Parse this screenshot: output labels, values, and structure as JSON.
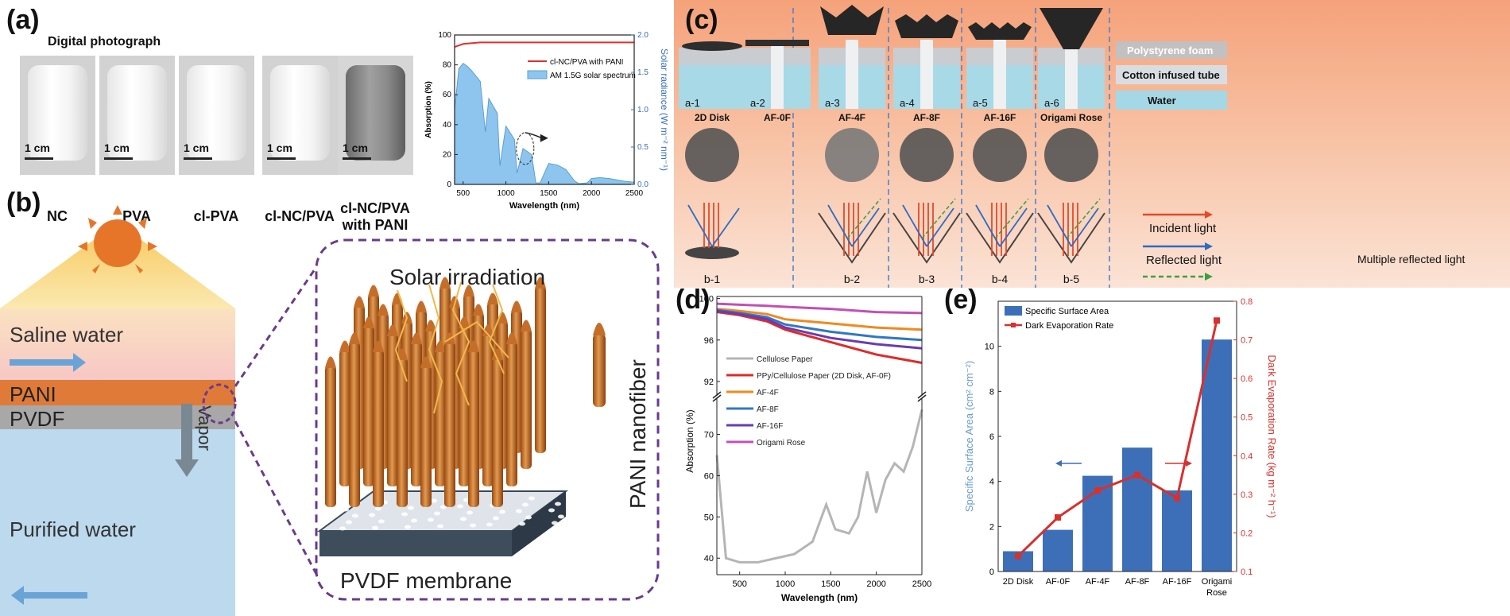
{
  "panel_a": {
    "label": "(a)",
    "photo_title": "Digital photograph",
    "scale_bar": "1 cm",
    "samples": [
      "NC",
      "PVA",
      "cl-PVA",
      "cl-NC/PVA",
      "cl-NC/PVA with PANI"
    ],
    "chart": {
      "ylabel_left": "Absorption (%)",
      "ylabel_right": "Solar radiance (W m⁻² nm⁻¹)",
      "xlabel": "Wavelength (nm)",
      "legend": [
        "cl-NC/PVA with PANI",
        "AM 1.5G solar spectrum"
      ]
    }
  },
  "panel_b": {
    "label": "(b)",
    "layers": [
      "Saline water",
      "PANI",
      "PVDF",
      "Purified water"
    ],
    "vapor": "Vapor",
    "solar": "Solar irradiation",
    "membrane": "PVDF membrane",
    "nanofiber": "PANI nanofiber"
  },
  "panel_c": {
    "label": "(c)",
    "top_labels": [
      "a-1",
      "a-2",
      "a-3",
      "a-4",
      "a-5",
      "a-6"
    ],
    "names": [
      "2D Disk",
      "AF-0F",
      "AF-4F",
      "AF-8F",
      "AF-16F",
      "Origami Rose"
    ],
    "layers": [
      "Polystyrene foam",
      "Cotton infused tube",
      "Water"
    ],
    "bottom_labels": [
      "b-1",
      "b-2",
      "b-3",
      "b-4",
      "b-5"
    ],
    "legend": [
      "Incident light",
      "Reflected light",
      "Multiple reflected light"
    ]
  },
  "panel_d": {
    "label": "(d)",
    "ylabel": "Absorption (%)",
    "xlabel": "Wavelength (nm)",
    "legend": [
      "Cellulose Paper",
      "PPy/Cellulose Paper (2D Disk, AF-0F)",
      "AF-4F",
      "AF-8F",
      "AF-16F",
      "Origami Rose"
    ]
  },
  "panel_e": {
    "label": "(e)",
    "ylabel_left": "Specific Surface Area (cm² cm⁻²)",
    "ylabel_right": "Dark Evaporation Rate (kg m⁻² h⁻¹)",
    "legend": [
      "Specific Surface Area",
      "Dark Evaporation Rate"
    ]
  },
  "chart_data": [
    {
      "type": "line",
      "id": "panel-a-chart",
      "xlabel": "Wavelength (nm)",
      "ylabel": "Absorption (%)",
      "y2label": "Solar radiance (W m⁻² nm⁻¹)",
      "xlim": [
        400,
        2500
      ],
      "ylim": [
        0,
        100
      ],
      "y2lim": [
        0,
        2.0
      ],
      "xticks": [
        500,
        1000,
        1500,
        2000,
        2500
      ],
      "yticks": [
        0,
        20,
        40,
        60,
        80,
        100
      ],
      "y2ticks": [
        0.0,
        0.5,
        1.0,
        1.5,
        2.0
      ],
      "series": [
        {
          "name": "cl-NC/PVA with PANI",
          "color": "#e03030",
          "x": [
            400,
            500,
            700,
            1000,
            1500,
            2000,
            2500
          ],
          "y": [
            92,
            94,
            95,
            95,
            95,
            95,
            95
          ]
        },
        {
          "name": "AM 1.5G solar spectrum",
          "color": "#8ec5ee",
          "axis": "y2",
          "x": [
            400,
            450,
            500,
            550,
            600,
            650,
            700,
            760,
            800,
            900,
            930,
            1000,
            1100,
            1130,
            1200,
            1300,
            1350,
            1400,
            1500,
            1600,
            1700,
            1800,
            1850,
            1950,
            2000,
            2100,
            2200,
            2300,
            2400,
            2500
          ],
          "y": [
            1.0,
            1.55,
            1.62,
            1.58,
            1.52,
            1.45,
            1.38,
            0.7,
            1.15,
            0.95,
            0.25,
            0.78,
            0.6,
            0.15,
            0.48,
            0.4,
            0.02,
            0.02,
            0.28,
            0.26,
            0.2,
            0.05,
            0.01,
            0.02,
            0.08,
            0.09,
            0.08,
            0.06,
            0.04,
            0.03
          ]
        }
      ]
    },
    {
      "type": "line",
      "id": "panel-d-chart",
      "xlabel": "Wavelength (nm)",
      "ylabel": "Absorption (%)",
      "xlim": [
        250,
        2500
      ],
      "xticks": [
        500,
        1000,
        1500,
        2000,
        2500
      ],
      "yticks_lower": [
        40,
        50,
        60,
        70
      ],
      "yticks_upper": [
        92,
        96,
        100
      ],
      "series": [
        {
          "name": "Cellulose Paper",
          "color": "#b5b5b5",
          "x": [
            250,
            350,
            500,
            700,
            900,
            1100,
            1300,
            1450,
            1550,
            1700,
            1800,
            1900,
            2000,
            2100,
            2200,
            2300,
            2400,
            2500
          ],
          "y": [
            65,
            40,
            39,
            39,
            40,
            41,
            44,
            53,
            47,
            46,
            50,
            61,
            51,
            59,
            63,
            61,
            67,
            76
          ]
        },
        {
          "name": "PPy/Cellulose Paper (2D Disk, AF-0F)",
          "color": "#e02a2a",
          "x": [
            250,
            500,
            800,
            1000,
            1500,
            2000,
            2500
          ],
          "y": [
            98.7,
            98.4,
            97.8,
            97.0,
            95.8,
            94.6,
            93.8
          ]
        },
        {
          "name": "AF-4F",
          "color": "#f08a1e",
          "x": [
            250,
            500,
            800,
            1000,
            1500,
            2000,
            2500
          ],
          "y": [
            99.0,
            98.8,
            98.5,
            98.0,
            97.6,
            97.2,
            97.0
          ]
        },
        {
          "name": "AF-8F",
          "color": "#2f78c4",
          "x": [
            250,
            500,
            800,
            1000,
            1500,
            2000,
            2500
          ],
          "y": [
            98.9,
            98.6,
            98.2,
            97.5,
            96.8,
            96.3,
            96.0
          ]
        },
        {
          "name": "AF-16F",
          "color": "#6a3bb0",
          "x": [
            250,
            500,
            800,
            1000,
            1500,
            2000,
            2500
          ],
          "y": [
            98.8,
            98.5,
            98.0,
            97.2,
            96.2,
            95.6,
            95.2
          ]
        },
        {
          "name": "Origami Rose",
          "color": "#c24fb6",
          "x": [
            250,
            500,
            800,
            1000,
            1500,
            2000,
            2500
          ],
          "y": [
            99.5,
            99.4,
            99.3,
            99.2,
            99.0,
            98.7,
            98.6
          ]
        }
      ]
    },
    {
      "type": "bar",
      "id": "panel-e-chart",
      "categories": [
        "2D Disk",
        "AF-0F",
        "AF-4F",
        "AF-8F",
        "AF-16F",
        "Origami Rose"
      ],
      "ylabel": "Specific Surface Area (cm² cm⁻²)",
      "y2label": "Dark Evaporation Rate (kg m⁻² h⁻¹)",
      "ylim": [
        0,
        12
      ],
      "y2lim": [
        0.1,
        0.8
      ],
      "yticks": [
        0,
        2,
        4,
        6,
        8,
        10
      ],
      "y2ticks": [
        0.1,
        0.2,
        0.3,
        0.4,
        0.5,
        0.6,
        0.7,
        0.8
      ],
      "series": [
        {
          "name": "Specific Surface Area",
          "color": "#3d6fb8",
          "values": [
            0.9,
            1.85,
            4.25,
            5.5,
            3.6,
            10.3
          ]
        },
        {
          "name": "Dark Evaporation Rate",
          "color": "#d9302c",
          "axis": "y2",
          "values": [
            0.14,
            0.24,
            0.31,
            0.35,
            0.29,
            0.75
          ]
        }
      ]
    }
  ]
}
